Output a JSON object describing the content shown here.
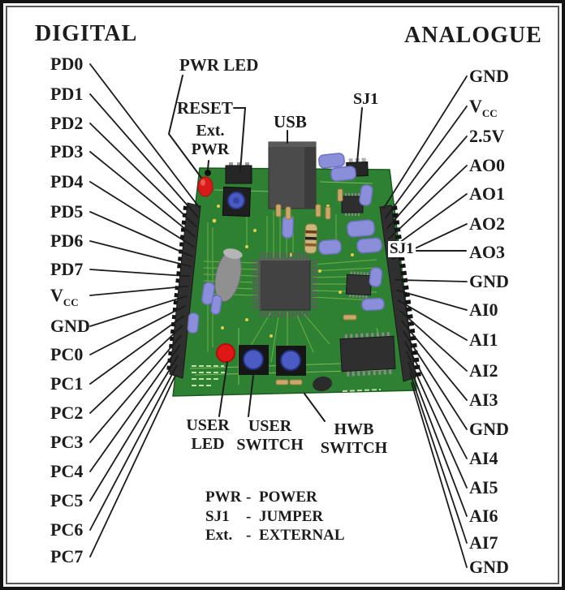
{
  "headers": {
    "digital": "DIGITAL",
    "analogue": "ANALOGUE"
  },
  "digital_pins": [
    {
      "t": "PD0"
    },
    {
      "t": "PD1"
    },
    {
      "t": "PD2"
    },
    {
      "t": "PD3"
    },
    {
      "t": "PD4"
    },
    {
      "t": "PD5"
    },
    {
      "t": "PD6"
    },
    {
      "t": "PD7"
    },
    {
      "t": "V",
      "sub": "CC"
    },
    {
      "t": "GND"
    },
    {
      "t": "PC0"
    },
    {
      "t": "PC1"
    },
    {
      "t": "PC2"
    },
    {
      "t": "PC3"
    },
    {
      "t": "PC4"
    },
    {
      "t": "PC5"
    },
    {
      "t": "PC6"
    },
    {
      "t": "PC7"
    }
  ],
  "analogue_pins": [
    {
      "t": "GND"
    },
    {
      "t": "V",
      "sub": "CC"
    },
    {
      "t": "2.5V"
    },
    {
      "t": "AO0"
    },
    {
      "t": "AO1"
    },
    {
      "t": "AO2"
    },
    {
      "t": "AO3"
    },
    {
      "t": "GND"
    },
    {
      "t": "AI0"
    },
    {
      "t": "AI1"
    },
    {
      "t": "AI2"
    },
    {
      "t": "AI3"
    },
    {
      "t": "GND"
    },
    {
      "t": "AI4"
    },
    {
      "t": "AI5"
    },
    {
      "t": "AI6"
    },
    {
      "t": "AI7"
    },
    {
      "t": "GND"
    }
  ],
  "callouts": {
    "pwr_led": "PWR LED",
    "reset": "RESET",
    "ext_pwr_line1": "Ext.",
    "ext_pwr_line2": "PWR",
    "usb": "USB",
    "sj1_top": "SJ1",
    "sj1_right": "SJ1",
    "user_led_line1": "USER",
    "user_led_line2": "LED",
    "user_switch_line1": "USER",
    "user_switch_line2": "SWITCH",
    "hwb_switch_line1": "HWB",
    "hwb_switch_line2": "SWITCH"
  },
  "legend": [
    {
      "abbr": "PWR",
      "dash": "-",
      "meaning": "POWER"
    },
    {
      "abbr": "SJ1",
      "dash": "-",
      "meaning": "JUMPER"
    },
    {
      "abbr": "Ext.",
      "dash": "-",
      "meaning": "EXTERNAL"
    }
  ],
  "colors": {
    "pcb_green": "#2e8132",
    "trace_green": "#6aad46",
    "led_red": "#d81a1a",
    "capacitor_purple": "#8b8ed8",
    "button_blue": "#4a5bc4",
    "component_dark": "#2f2f2f",
    "resistor_tan": "#cdb679"
  }
}
